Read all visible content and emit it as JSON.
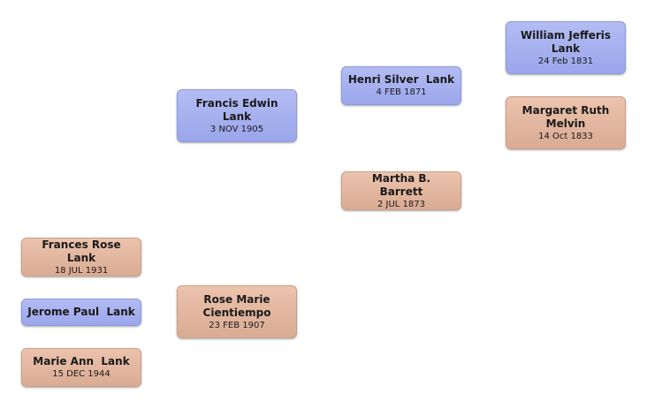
{
  "people": {
    "frances": {
      "name": "Frances Rose  Lank",
      "date": "18 JUL 1931"
    },
    "jerome": {
      "name": "Jerome Paul  Lank",
      "date": ""
    },
    "marie": {
      "name": "Marie Ann  Lank",
      "date": "15 DEC 1944"
    },
    "francis": {
      "name": "Francis Edwin Lank",
      "date": "3 NOV 1905"
    },
    "rose": {
      "name": "Rose Marie Cientiempo",
      "date": "23 FEB 1907"
    },
    "henri": {
      "name": "Henri Silver  Lank",
      "date": "4 FEB 1871"
    },
    "martha": {
      "name": "Martha B.  Barrett",
      "date": "2 JUL 1873"
    },
    "william": {
      "name": "William Jefferis Lank",
      "date": "24 Feb 1831"
    },
    "margaret": {
      "name": "Margaret Ruth Melvin",
      "date": "14 Oct 1833"
    }
  },
  "colors": {
    "male": "#a5aff0",
    "female": "#e3b7a0"
  }
}
